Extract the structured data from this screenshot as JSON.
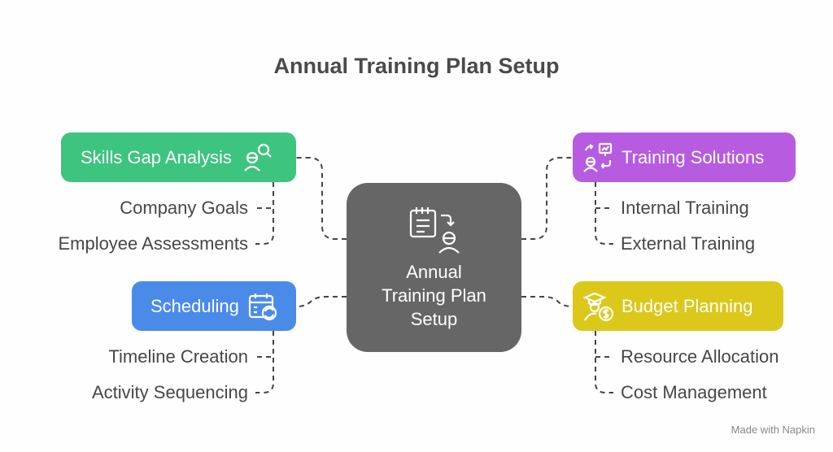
{
  "title": "Annual Training Plan Setup",
  "center": {
    "lines": [
      "Annual",
      "Training Plan",
      "Setup"
    ],
    "icon": "checklist-person-icon",
    "color": "#666666"
  },
  "branches": [
    {
      "label": "Skills Gap Analysis",
      "color": "#3dc47e",
      "icon": "person-search-icon",
      "items": [
        "Company Goals",
        "Employee Assessments"
      ]
    },
    {
      "label": "Scheduling",
      "color": "#4b8be8",
      "icon": "calendar-refresh-icon",
      "items": [
        "Timeline Creation",
        "Activity Sequencing"
      ]
    },
    {
      "label": "Training Solutions",
      "color": "#b75be1",
      "icon": "person-presentation-icon",
      "items": [
        "Internal Training",
        "External Training"
      ]
    },
    {
      "label": "Budget Planning",
      "color": "#dcc81a",
      "icon": "graduate-money-icon",
      "items": [
        "Resource Allocation",
        "Cost Management"
      ]
    }
  ],
  "branding": "Made with Napkin"
}
